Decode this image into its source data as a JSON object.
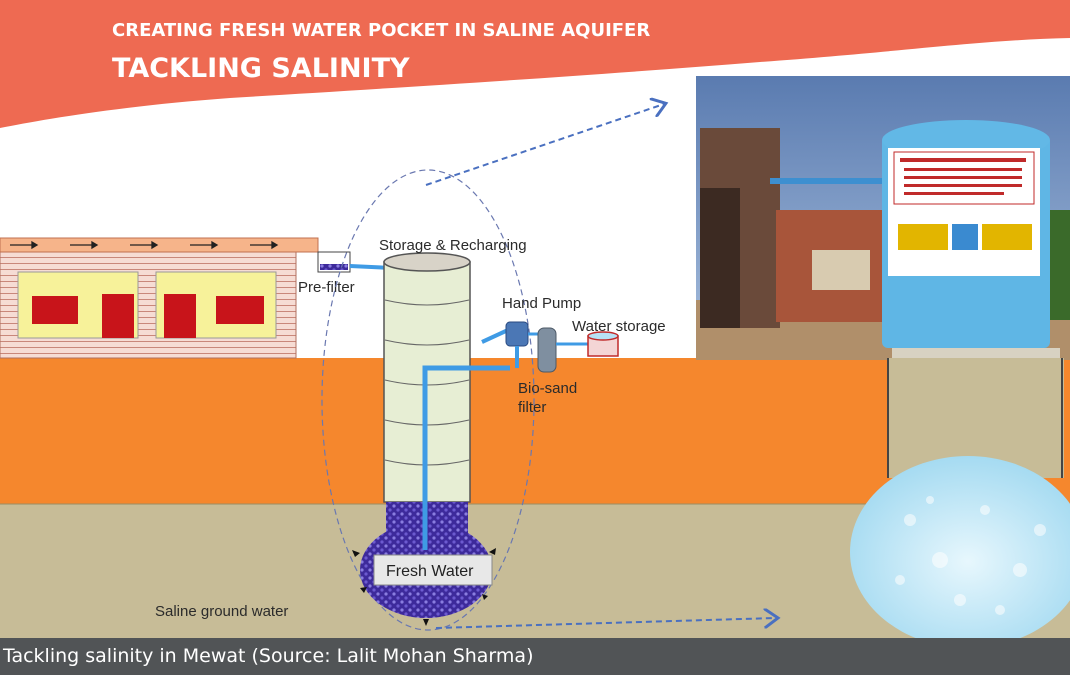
{
  "header": {
    "subtitle": "CREATING FRESH WATER POCKET IN SALINE AQUIFER",
    "title": "TACKLING SALINITY"
  },
  "diagram": {
    "labels": {
      "storage": "Storage & Recharging",
      "prefilter": "Pre-filter",
      "hand_pump": "Hand Pump",
      "water_storage": "Water storage",
      "biosand_line1": "Bio-sand",
      "biosand_line2": "filter",
      "fresh_water": "Fresh Water",
      "saline": "Saline ground water"
    },
    "colors": {
      "banner": "#ee6a52",
      "soil": "#f5872d",
      "saline_layer": "#c7bc97",
      "pipe": "#3f9be5",
      "gravel": "#4935a6",
      "tank": "#5fb6e5"
    }
  },
  "caption": "Tackling salinity in Mewat (Source: Lalit Mohan Sharma)"
}
